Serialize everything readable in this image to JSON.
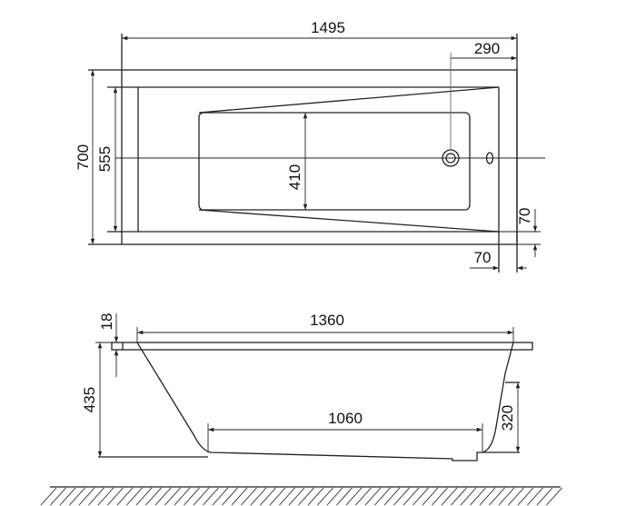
{
  "top_view": {
    "dimensions": {
      "overall_length": "1495",
      "drain_offset": "290",
      "overall_width": "700",
      "inner_width": "555",
      "basin_width": "410",
      "side_rim": "70",
      "end_rim": "70"
    }
  },
  "side_view": {
    "dimensions": {
      "inner_length": "1360",
      "rim_thickness": "18",
      "height": "435",
      "bottom_length": "1060",
      "foot_height": "320"
    }
  },
  "colors": {
    "line": "#222222",
    "background": "#ffffff"
  }
}
